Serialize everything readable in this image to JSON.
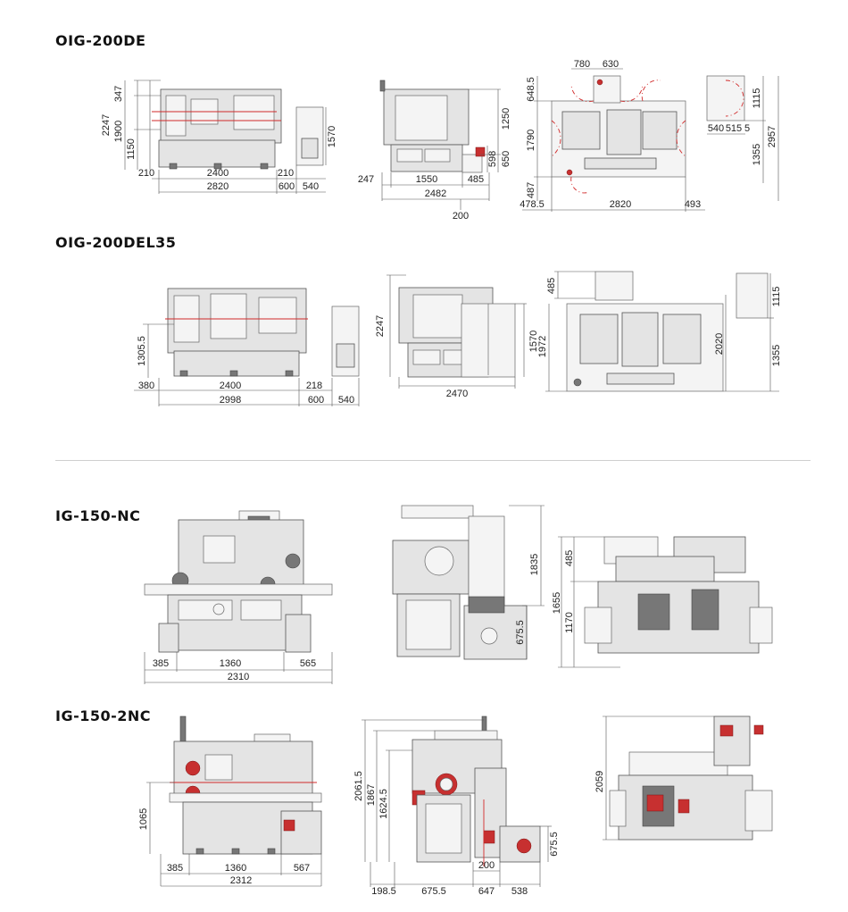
{
  "models": {
    "oig200de": {
      "title": "OIG-200DE",
      "front": {
        "h_total": "2247",
        "h_top": "347",
        "h_mid": "1900",
        "h_low": "1150",
        "right_h": "1570",
        "w_left": "210",
        "w_main": "2400",
        "w_right": "210",
        "w_total": "2820",
        "w_gap": "600",
        "w_cab": "540"
      },
      "side": {
        "h_upper": "1250",
        "h_a": "598",
        "h_b": "650",
        "w_left": "247",
        "w_main": "1550",
        "w_right": "485",
        "w_total": "2482",
        "w_small": "200"
      },
      "plan": {
        "top_a": "780",
        "top_b": "630",
        "l_top": "648.5",
        "l_mid": "1790",
        "l_bot": "487",
        "b_left": "478.5",
        "b_main": "2820",
        "b_right": "493",
        "r_a": "540",
        "r_b": "515",
        "r_c": "5",
        "r_top": "1115",
        "r_bot": "1355",
        "r_total": "2957"
      }
    },
    "oig200del35": {
      "title": "OIG-200DEL35",
      "front": {
        "h_low": "1305.5",
        "w_left": "380",
        "w_main": "2400",
        "w_right": "218",
        "w_total": "2998",
        "w_gap": "600",
        "w_cab": "540"
      },
      "side": {
        "h_total": "2247",
        "h_cab": "1570",
        "w_total": "2470"
      },
      "plan": {
        "top": "485",
        "left": "1972",
        "right": "2020",
        "r_top": "1115",
        "r_bot": "1355"
      }
    },
    "ig150nc": {
      "title": "IG-150-NC",
      "front": {
        "w_left": "385",
        "w_main": "1360",
        "w_right": "565",
        "w_total": "2310"
      },
      "side": {
        "h_total": "1835",
        "h_low": "675.5"
      },
      "plan": {
        "top": "485",
        "total": "1655",
        "low": "1170"
      }
    },
    "ig1502nc": {
      "title": "IG-150-2NC",
      "front": {
        "h_low": "1065",
        "w_left": "385",
        "w_main": "1360",
        "w_right": "567",
        "w_total": "2312"
      },
      "side": {
        "h_a": "2061.5",
        "h_b": "1867",
        "h_c": "1624.5",
        "h_d": "675.5",
        "w_a": "198.5",
        "w_b": "675.5",
        "w_c": "647",
        "w_d": "538",
        "w_small": "200"
      },
      "plan": {
        "total": "2059"
      }
    }
  }
}
